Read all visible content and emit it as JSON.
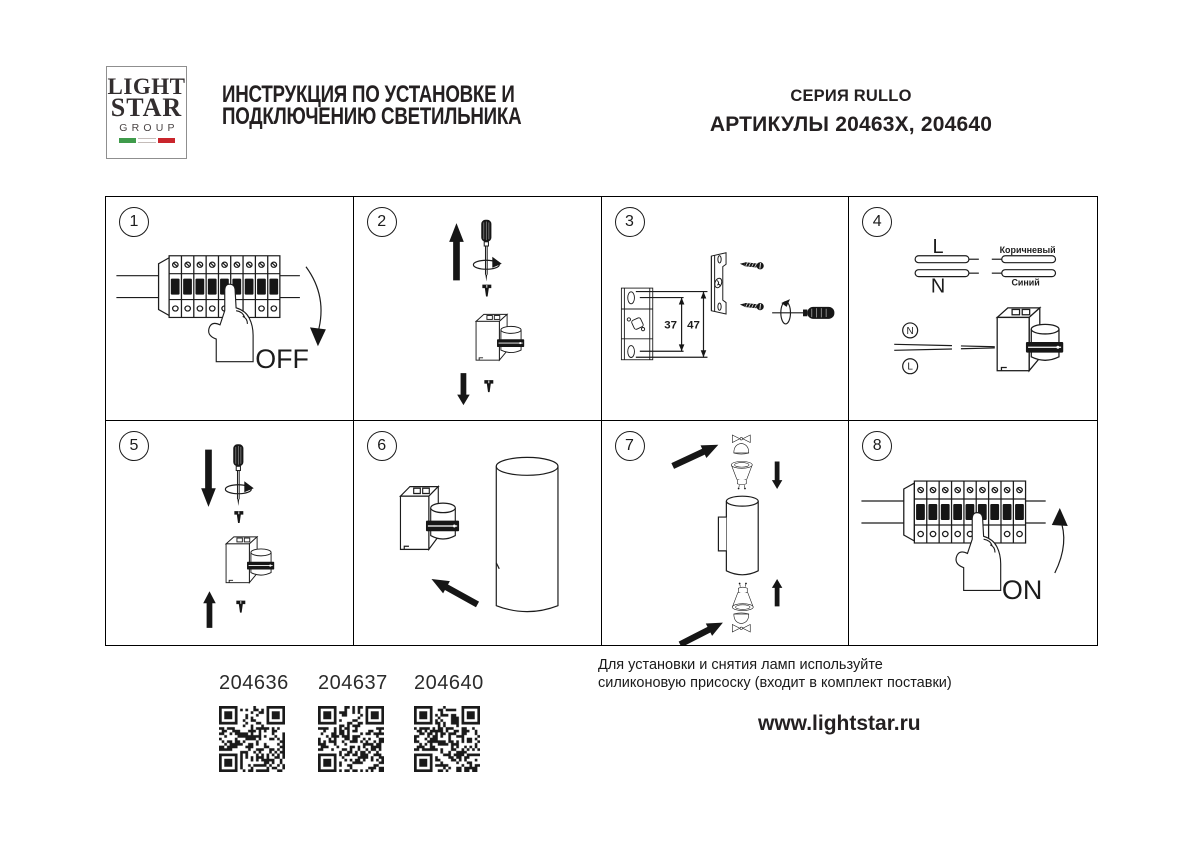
{
  "header": {
    "logo": {
      "line1": "LIGHT",
      "line2": "STAR",
      "line3": "GROUP"
    },
    "title": {
      "line1": "ИНСТРУКЦИЯ ПО УСТАНОВКЕ И",
      "line2": "ПОДКЛЮЧЕНИЮ СВЕТИЛЬНИКА"
    },
    "series": "СЕРИЯ RULLO",
    "articles": "АРТИКУЛЫ 20463X, 204640"
  },
  "steps": {
    "s1": {
      "num": "1",
      "switch_label": "OFF"
    },
    "s2": {
      "num": "2"
    },
    "s3": {
      "num": "3",
      "dim_inner": "37",
      "dim_outer": "47"
    },
    "s4": {
      "num": "4",
      "live": "L",
      "neutral": "N",
      "brown": "Коричневый",
      "blue": "Синий",
      "term_neutral": "N",
      "term_live": "L"
    },
    "s5": {
      "num": "5"
    },
    "s6": {
      "num": "6"
    },
    "s7": {
      "num": "7"
    },
    "s8": {
      "num": "8",
      "switch_label": "ON"
    }
  },
  "footer": {
    "qr": [
      {
        "code": "204636"
      },
      {
        "code": "204637"
      },
      {
        "code": "204640"
      }
    ],
    "note1": "Для установки и снятия ламп используйте",
    "note2": "силиконовую присоску (входит в комплект поставки)",
    "site": "www.lightstar.ru"
  },
  "colors": {
    "ink": "#1c1c1c",
    "flag_green": "#3f9b4b",
    "flag_red": "#c9252c"
  }
}
